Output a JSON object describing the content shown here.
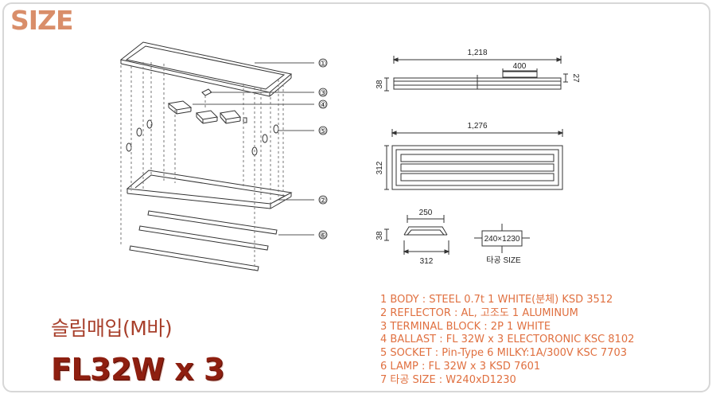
{
  "heading": "SIZE",
  "exploded_view": {
    "callouts": [
      "①",
      "③",
      "④",
      "⑤",
      "②",
      "⑥"
    ]
  },
  "top_view": {
    "overall_width": "1,218",
    "inner_width": "400",
    "height": "38",
    "step": "27"
  },
  "plan_view": {
    "overall_width": "1,276",
    "height": "312"
  },
  "section_view": {
    "top_width": "250",
    "height": "38",
    "bottom_width": "312"
  },
  "cutout": {
    "size": "240×1230",
    "label": "타공 SIZE"
  },
  "product": {
    "name_kr": "슬림매입(M바)",
    "spec": "FL32W x 3"
  },
  "specs": [
    "1 BODY : STEEL 0.7t 1 WHITE(분체) KSD 3512",
    "2 REFLECTOR : AL, 고조도 1 ALUMINUM",
    "3 TERMINAL BLOCK : 2P 1 WHITE",
    "4 BALLAST : FL 32W x 3 ELECTORONIC KSC 8102",
    "5 SOCKET : Pin-Type 6 MILKY:1A/300V KSC 7703",
    "6 LAMP : FL 32W x 3    KSD 7601",
    "7 타공 SIZE : W240xD1230"
  ],
  "colors": {
    "heading": "#d98e6a",
    "product_name": "#a8402c",
    "product_spec": "#8e1f10",
    "spec_text": "#e07040",
    "frame_border": "#d7d7d7"
  }
}
